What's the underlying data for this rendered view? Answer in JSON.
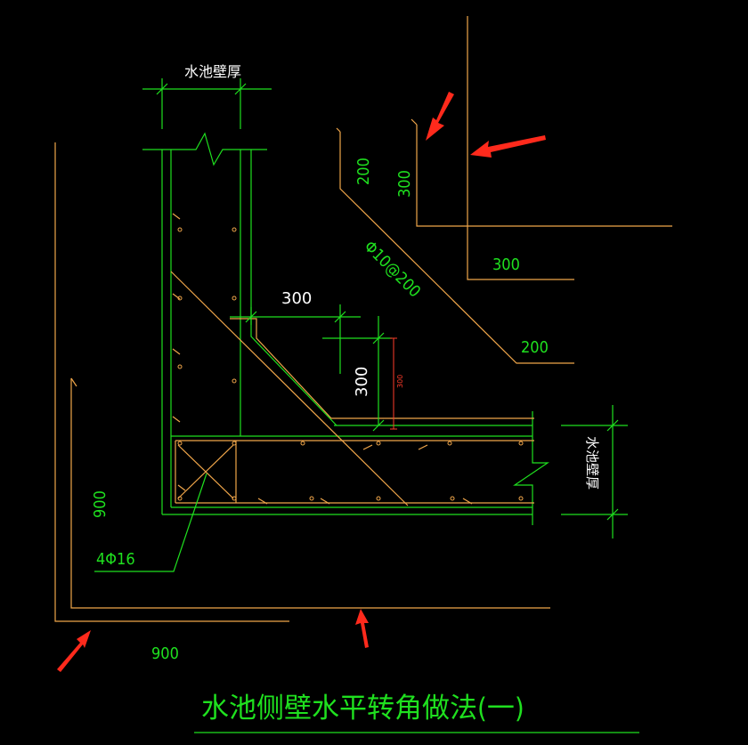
{
  "drawing": {
    "title": "水池侧壁水平转角做法(一)",
    "wall_thickness_label": "水池壁厚",
    "rebar_label": "4Φ16",
    "dims": {
      "bend_300_a": "300",
      "bend_300_b": "300",
      "bend_200_a": "200",
      "bend_300_c": "300",
      "distribution_bar": "Φ10@200",
      "corner_300_h": "300",
      "corner_300_v": "300",
      "small_300": "300",
      "anchor_200": "200",
      "outer_900_v": "900",
      "outer_900_h": "900"
    },
    "colors": {
      "background": "#000000",
      "rebar": "#f0a64a",
      "dimension": "#1fe01f",
      "text": "#ffffff",
      "annotation_arrow": "#ff2a1c"
    }
  }
}
